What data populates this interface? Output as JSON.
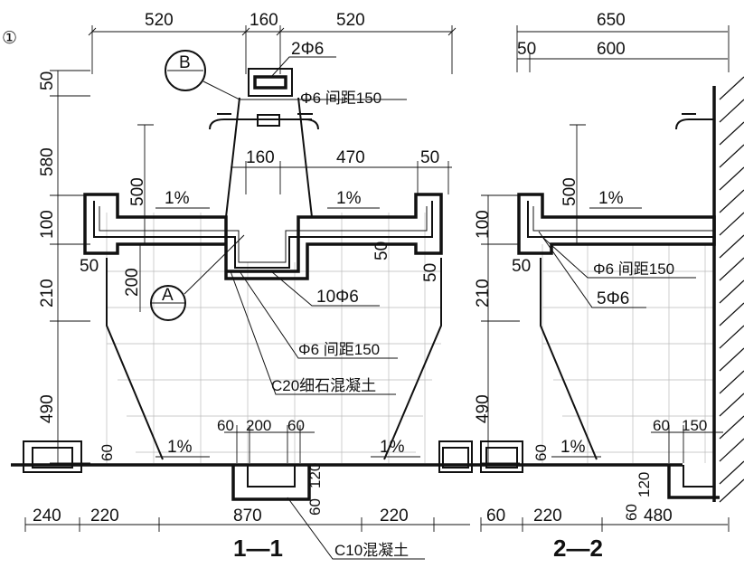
{
  "marker": "①",
  "sections": {
    "s1": {
      "title": "1—1",
      "top_dims": [
        "520",
        "160",
        "520"
      ],
      "left_dims": [
        "50",
        "580",
        "100",
        "210",
        "490"
      ],
      "bottom_dims": [
        "240",
        "220",
        "870",
        "220"
      ],
      "inner_dims": {
        "d500": "500",
        "d160": "160",
        "d470": "470",
        "d50r": "50",
        "d200": "200",
        "d50l": "50",
        "d50v": "50",
        "d50b": "50",
        "d60a": "60",
        "d200b": "200",
        "d60b": "60",
        "d60c": "60",
        "d60d": "60",
        "d120": "120"
      },
      "slopes": [
        "1%",
        "1%",
        "1%",
        "1%"
      ],
      "callouts": {
        "b_label": "B",
        "a_label": "A",
        "rebar_top": "2Φ6",
        "rebar_spacing_top": "Φ6 间距150",
        "rebar_main": "10Φ6",
        "rebar_spacing_mid": "Φ6 间距150",
        "concrete_fine": "C20细石混凝土",
        "concrete_base": "C10混凝土"
      }
    },
    "s2": {
      "title": "2—2",
      "top_dims": [
        "650",
        "50",
        "600"
      ],
      "left_dims": [
        "100",
        "210",
        "490"
      ],
      "bottom_dims": [
        "60",
        "220",
        "480"
      ],
      "inner_dims": {
        "d500": "500",
        "d50": "50",
        "d60a": "60",
        "d150": "150",
        "d60b": "60",
        "d120": "120",
        "d60c": "60"
      },
      "slopes": [
        "1%",
        "1%"
      ],
      "callouts": {
        "rebar_spacing": "Φ6 间距150",
        "rebar_main": "5Φ6"
      }
    }
  }
}
